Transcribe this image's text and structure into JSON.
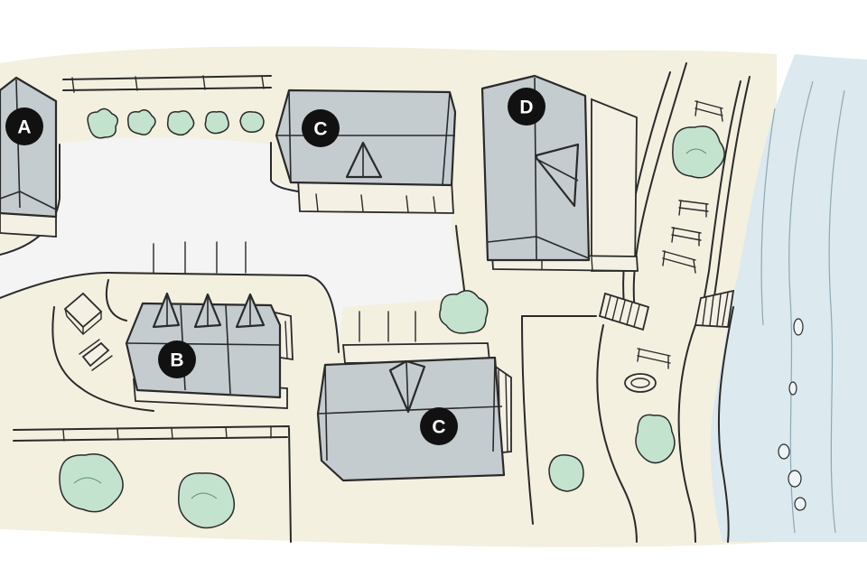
{
  "colors": {
    "ground": "#f3f0e0",
    "lot": "#f4f4f4",
    "water": "#dce9ef",
    "roof": "#c5ccd0",
    "porch": "#f4f1e4",
    "tree": "#c3e3cf",
    "ink": "#2a2a2a",
    "marker": "#111111"
  },
  "markers": {
    "a": {
      "label": "A"
    },
    "b": {
      "label": "B"
    },
    "c1": {
      "label": "C"
    },
    "c2": {
      "label": "C"
    },
    "d": {
      "label": "D"
    }
  },
  "icons": [
    "tree-icon",
    "bench-icon",
    "boat-icon",
    "stairs-icon"
  ]
}
